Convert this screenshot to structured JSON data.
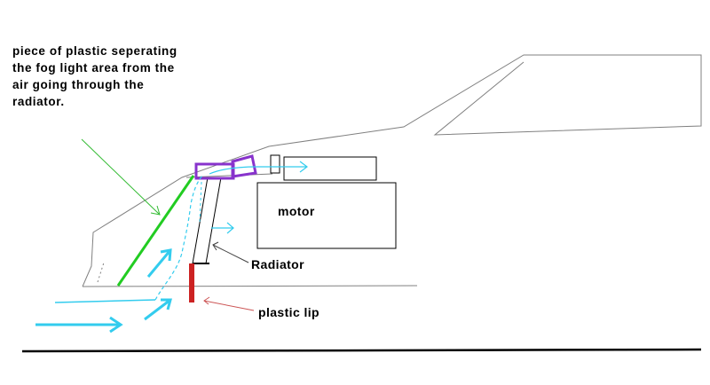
{
  "labels": {
    "plastic_note": "piece of plastic seperating the fog light area from the air going through the radiator.",
    "motor": "motor",
    "radiator": "Radiator",
    "plastic_lip": "plastic lip"
  },
  "colors": {
    "outline": "#808080",
    "ground": "#000000",
    "airflow": "#33ccee",
    "divider_plastic": "#22cc22",
    "plastic_lip": "#cc2222",
    "fog_light_box": "#8833cc",
    "pointer_radiator": "#404040",
    "pointer_lip": "#cc5555",
    "pointer_note": "#33bb33"
  }
}
